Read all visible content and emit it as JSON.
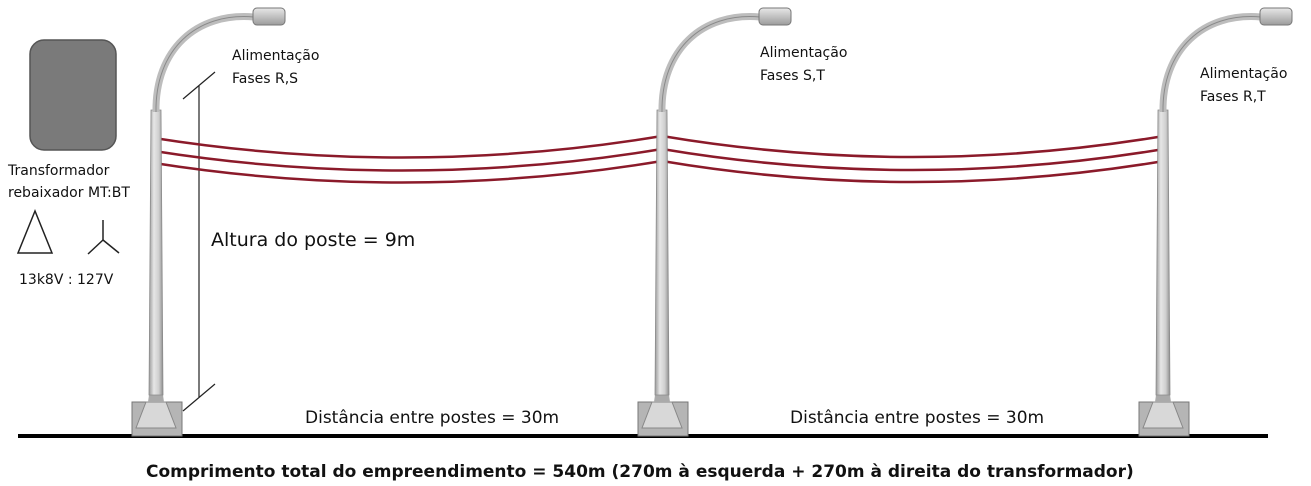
{
  "transformer": {
    "title_line1": "Transformador",
    "title_line2": "rebaixador MT:BT",
    "ratio": "13k8V : 127V",
    "primary_symbol": "delta-icon",
    "secondary_symbol": "wye-icon",
    "body_color": "#7a7a7a"
  },
  "poles": [
    {
      "feed_label": "Alimentação",
      "phases": "Fases R,S"
    },
    {
      "feed_label": "Alimentação",
      "phases": "Fases S,T"
    },
    {
      "feed_label": "Alimentação",
      "phases": "Fases R,T"
    }
  ],
  "height_label": "Altura do poste = 9m",
  "spans": [
    {
      "label": "Distância entre postes = 30m"
    },
    {
      "label": "Distância entre postes = 30m"
    }
  ],
  "total_length": "Comprimento total do empreendimento =  540m (270m à esquerda + 270m à direita do transformador)",
  "colors": {
    "conductor": "#8b1a2a",
    "pole": "#c8c8c8",
    "ground": "#000000"
  }
}
